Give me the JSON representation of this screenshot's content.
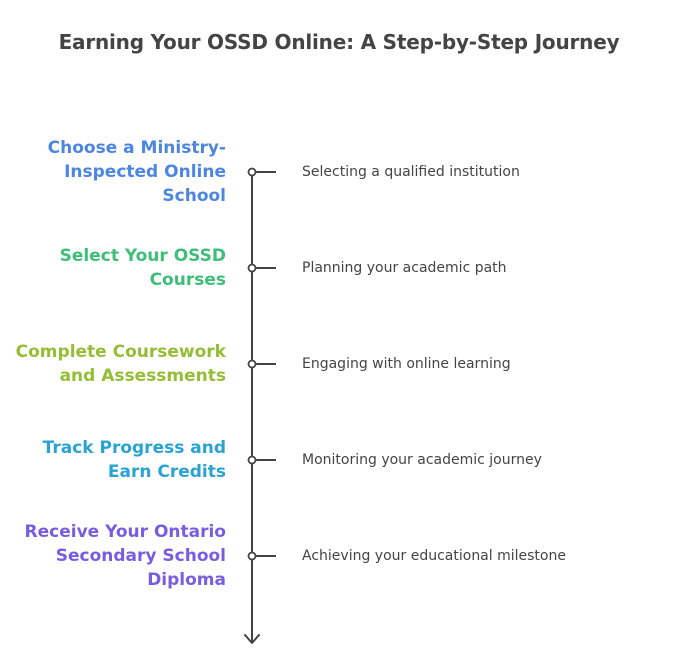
{
  "title": "Earning Your OSSD Online: A Step-by-Step Journey",
  "colors": {
    "line": "#444444",
    "text": "#444444"
  },
  "steps": [
    {
      "label": "Choose a Ministry-\nInspected Online\nSchool",
      "description": "Selecting a qualified institution",
      "color": "#4C86E0"
    },
    {
      "label": "Select Your OSSD\nCourses",
      "description": "Planning your academic path",
      "color": "#3DBE79"
    },
    {
      "label": "Complete Coursework\nand Assessments",
      "description": "Engaging with online learning",
      "color": "#94BE34"
    },
    {
      "label": "Track Progress and\nEarn Credits",
      "description": "Monitoring your academic journey",
      "color": "#29A3D0"
    },
    {
      "label": "Receive Your Ontario\nSecondary School\nDiploma",
      "description": "Achieving your educational milestone",
      "color": "#7A5CE0"
    }
  ]
}
